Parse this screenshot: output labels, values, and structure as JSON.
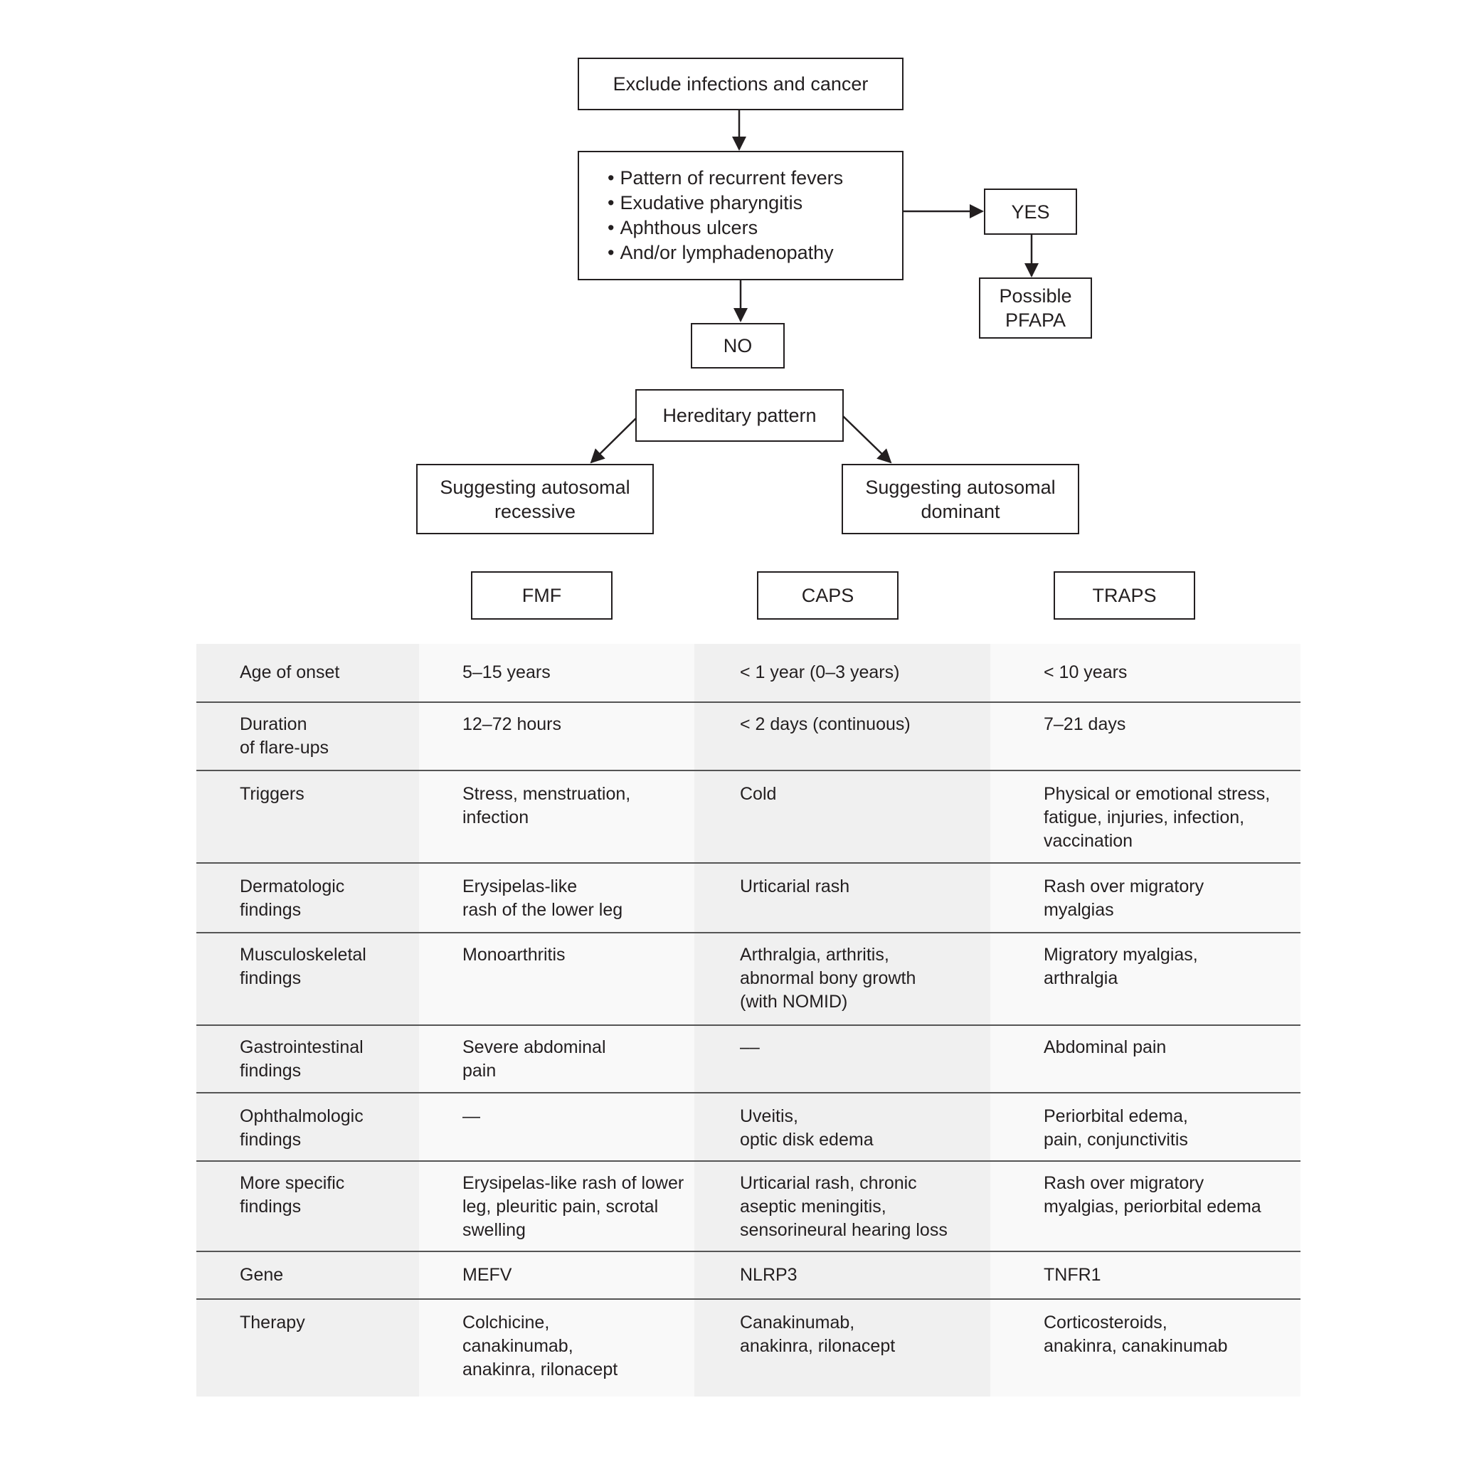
{
  "flowchart": {
    "exclude": "Exclude infections and cancer",
    "criteria": [
      "Pattern of recurrent fevers",
      "Exudative pharyngitis",
      "Aphthous ulcers",
      "And/or lymphadenopathy"
    ],
    "yes": "YES",
    "pfapa": [
      "Possible",
      "PFAPA"
    ],
    "no": "NO",
    "hereditary": "Hereditary pattern",
    "recessive": [
      "Suggesting autosomal",
      "recessive"
    ],
    "dominant": [
      "Suggesting autosomal",
      "dominant"
    ],
    "diseases": [
      "FMF",
      "CAPS",
      "TRAPS"
    ]
  },
  "table": {
    "rows": [
      {
        "label": "Age of onset",
        "fmf": "5–15 years",
        "caps": "< 1 year (0–3 years)",
        "traps": "< 10 years"
      },
      {
        "label": "Duration\nof flare-ups",
        "fmf": "12–72 hours",
        "caps": "< 2 days (continuous)",
        "traps": "7–21 days"
      },
      {
        "label": "Triggers",
        "fmf": "Stress, menstruation,\ninfection",
        "caps": "Cold",
        "traps": "Physical or emotional stress,\nfatigue, injuries, infection,\nvaccination"
      },
      {
        "label": "Dermatologic\nfindings",
        "fmf": "Erysipelas-like\nrash of the lower leg",
        "caps": "Urticarial rash",
        "traps": "Rash over migratory\nmyalgias"
      },
      {
        "label": "Musculoskeletal\nfindings",
        "fmf": "Monoarthritis",
        "caps": "Arthralgia, arthritis,\nabnormal bony growth\n(with NOMID)",
        "traps": "Migratory myalgias,\narthralgia"
      },
      {
        "label": "Gastrointestinal\nfindings",
        "fmf": "Severe abdominal\npain",
        "caps": "––",
        "traps": "Abdominal pain"
      },
      {
        "label": "Ophthalmologic\nfindings",
        "fmf": "—",
        "caps": "Uveitis,\noptic disk edema",
        "traps": "Periorbital edema,\npain, conjunctivitis"
      },
      {
        "label": "More specific\nfindings",
        "fmf": "Erysipelas-like rash of lower\nleg, pleuritic pain, scrotal\nswelling",
        "caps": "Urticarial rash, chronic\naseptic meningitis,\nsensorineural hearing loss",
        "traps": "Rash over migratory\nmyalgias, periorbital edema"
      },
      {
        "label": "Gene",
        "fmf": "MEFV",
        "caps": "NLRP3",
        "traps": "TNFR1"
      },
      {
        "label": "Therapy",
        "fmf": "Colchicine,\ncanakinumab,\nanakinra, rilonacept",
        "caps": "Canakinumab,\nanakinra, rilonacept",
        "traps": "Corticosteroids,\nanakinra, canakinumab"
      }
    ]
  }
}
